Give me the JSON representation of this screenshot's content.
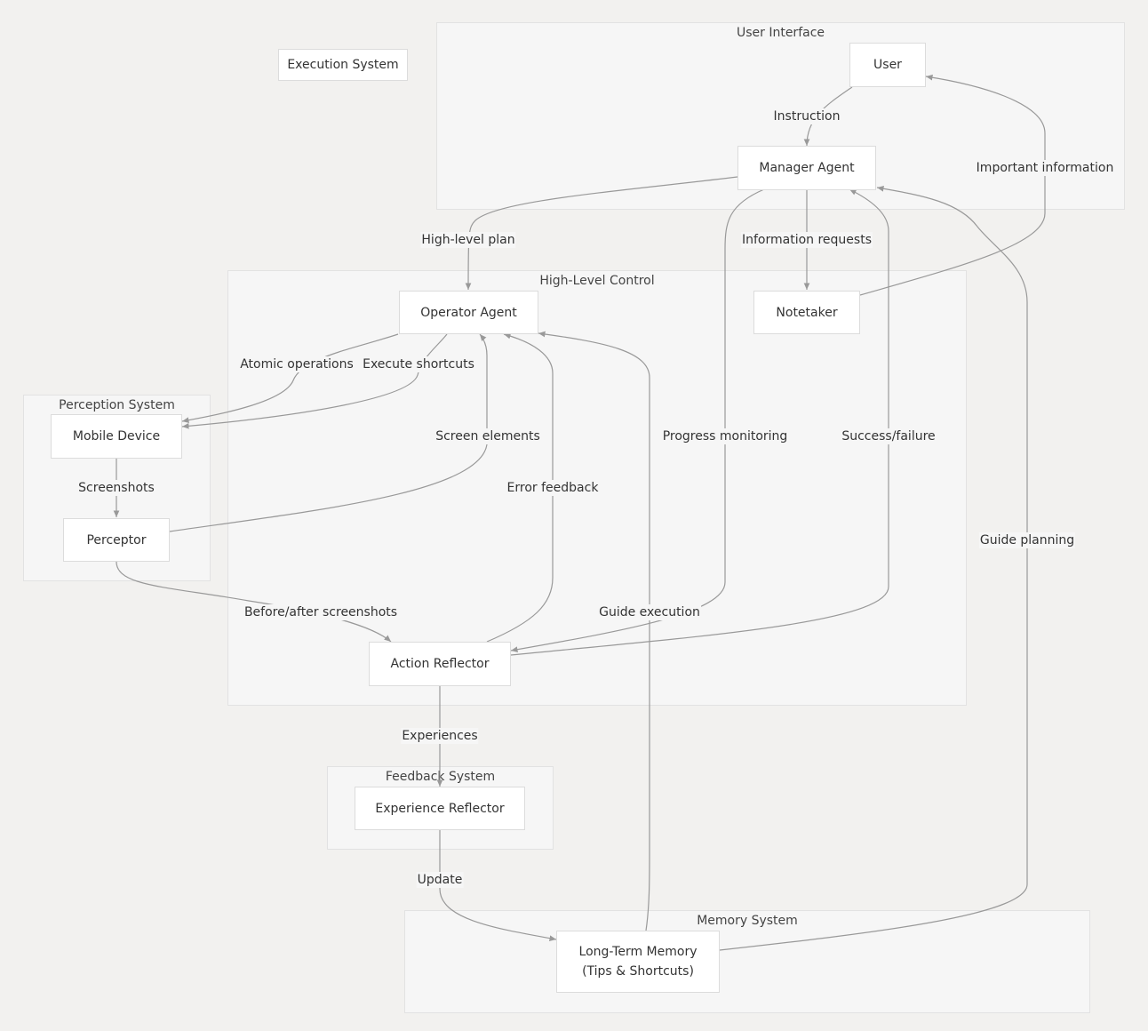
{
  "groups": {
    "user_interface": "User Interface",
    "high_level_control": "High-Level Control",
    "perception_system": "Perception System",
    "feedback_system": "Feedback System",
    "memory_system": "Memory System"
  },
  "nodes": {
    "execution_system": "Execution System",
    "user": "User",
    "manager_agent": "Manager Agent",
    "operator_agent": "Operator Agent",
    "notetaker": "Notetaker",
    "mobile_device": "Mobile Device",
    "perceptor": "Perceptor",
    "action_reflector": "Action Reflector",
    "experience_reflector": "Experience Reflector",
    "long_term_memory": "Long-Term Memory\n(Tips & Shortcuts)"
  },
  "edges": {
    "instruction": "Instruction",
    "important_information": "Important information",
    "high_level_plan": "High-level plan",
    "information_requests": "Information requests",
    "atomic_operations": "Atomic operations",
    "execute_shortcuts": "Execute shortcuts",
    "screen_elements": "Screen elements",
    "screenshots": "Screenshots",
    "progress_monitoring": "Progress monitoring",
    "success_failure": "Success/failure",
    "error_feedback": "Error feedback",
    "guide_planning": "Guide planning",
    "before_after_screenshots": "Before/after screenshots",
    "guide_execution": "Guide execution",
    "experiences": "Experiences",
    "update": "Update"
  }
}
